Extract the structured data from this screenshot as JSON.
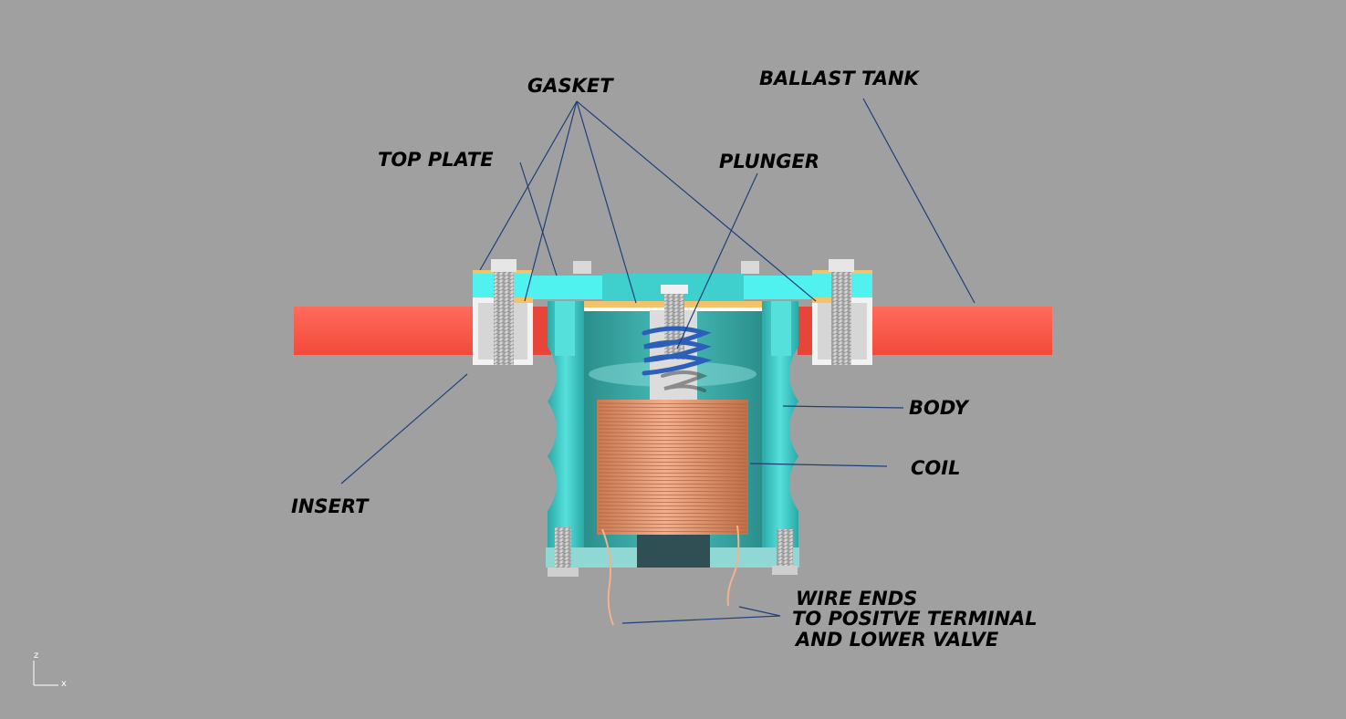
{
  "labels": {
    "gasket": "GASKET",
    "ballast_tank": "BALLAST TANK",
    "top_plate": "TOP PLATE",
    "plunger": "PLUNGER",
    "body": "BODY",
    "coil": "COIL",
    "insert": "INSERT",
    "wire_ends_1": "WIRE ENDS",
    "wire_ends_2": "TO POSITVE TERMINAL",
    "wire_ends_3": "AND LOWER VALVE"
  },
  "axes": {
    "z": "z",
    "x": "x"
  },
  "colors": {
    "background": "#a0a0a0",
    "tank": "#ff5a4a",
    "body": "#3cc7c3",
    "top_plate": "#4ff2ef",
    "gasket": "#f2c36a",
    "coil": "#d88a60",
    "bolt": "#bfbfbf",
    "leader": "#1f3f7a"
  }
}
